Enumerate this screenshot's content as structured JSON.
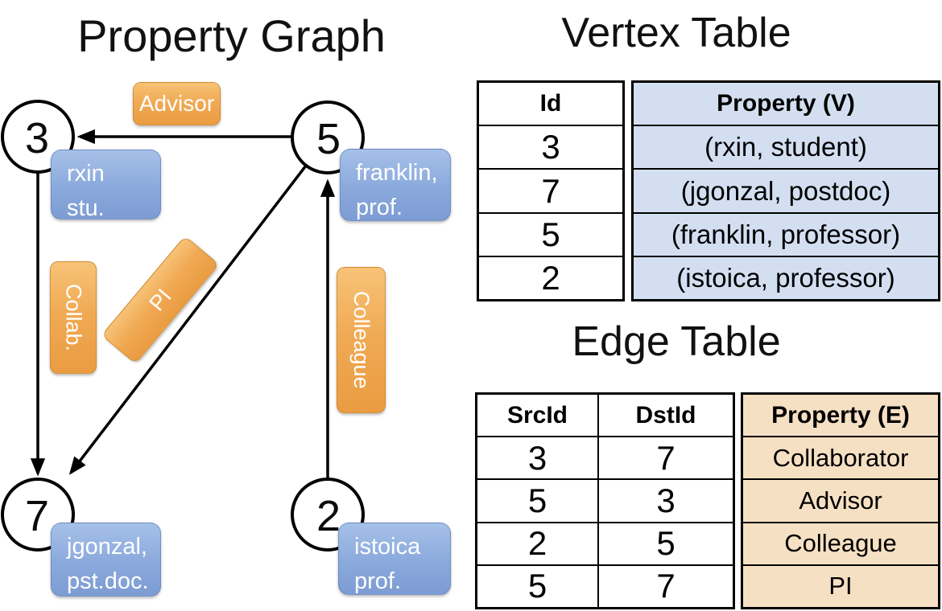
{
  "colors": {
    "edge_label_orange": "#f0a953",
    "vertex_label_blue": "#8aa9dc",
    "vertex_table_fill": "#d3dff1",
    "edge_table_fill": "#f6e0c3",
    "line_black": "#000000"
  },
  "graph": {
    "title": "Property Graph",
    "vertices": [
      {
        "id": "3",
        "line1": "rxin",
        "line2": "stu."
      },
      {
        "id": "5",
        "line1": "franklin,",
        "line2": "prof."
      },
      {
        "id": "7",
        "line1": "jgonzal,",
        "line2": "pst.doc."
      },
      {
        "id": "2",
        "line1": "istoica",
        "line2": "prof."
      }
    ],
    "edge_labels": {
      "advisor": "Advisor",
      "collab": "Collab.",
      "pi": "PI",
      "colleague": "Colleague"
    }
  },
  "vertex_table": {
    "title": "Vertex Table",
    "headers": {
      "id": "Id",
      "property": "Property (V)"
    },
    "rows": [
      {
        "id": "3",
        "property": "(rxin, student)"
      },
      {
        "id": "7",
        "property": "(jgonzal, postdoc)"
      },
      {
        "id": "5",
        "property": "(franklin, professor)"
      },
      {
        "id": "2",
        "property": "(istoica, professor)"
      }
    ]
  },
  "edge_table": {
    "title": "Edge Table",
    "headers": {
      "src": "SrcId",
      "dst": "DstId",
      "property": "Property (E)"
    },
    "rows": [
      {
        "src": "3",
        "dst": "7",
        "property": "Collaborator"
      },
      {
        "src": "5",
        "dst": "3",
        "property": "Advisor"
      },
      {
        "src": "2",
        "dst": "5",
        "property": "Colleague"
      },
      {
        "src": "5",
        "dst": "7",
        "property": "PI"
      }
    ]
  }
}
